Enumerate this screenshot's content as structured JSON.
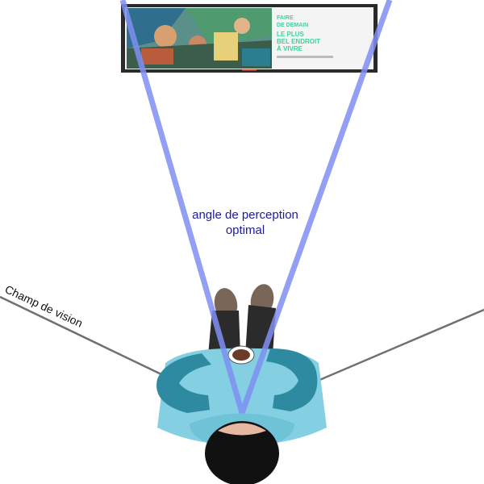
{
  "screen": {
    "headline_lines": [
      "FAIRE",
      "DE DEMAIN",
      "LE PLUS",
      "BEL ENDROIT",
      "À VIVRE"
    ],
    "footer": "",
    "accent_color": "#3fd29a"
  },
  "labels": {
    "perception_line1": "angle de perception",
    "perception_line2": "optimal",
    "field_of_view": "Champ de vision"
  },
  "colors": {
    "perception_cone": "#7f8ff3",
    "perception_text": "#1c1c9c",
    "field_lines": "#707070",
    "shirt": "#84d0e2",
    "sleeves": "#2e8aa0",
    "hair": "#111111",
    "shoes": "#7a6658",
    "trousers": "#2b2b2b",
    "cup": "#6a3b2a"
  }
}
